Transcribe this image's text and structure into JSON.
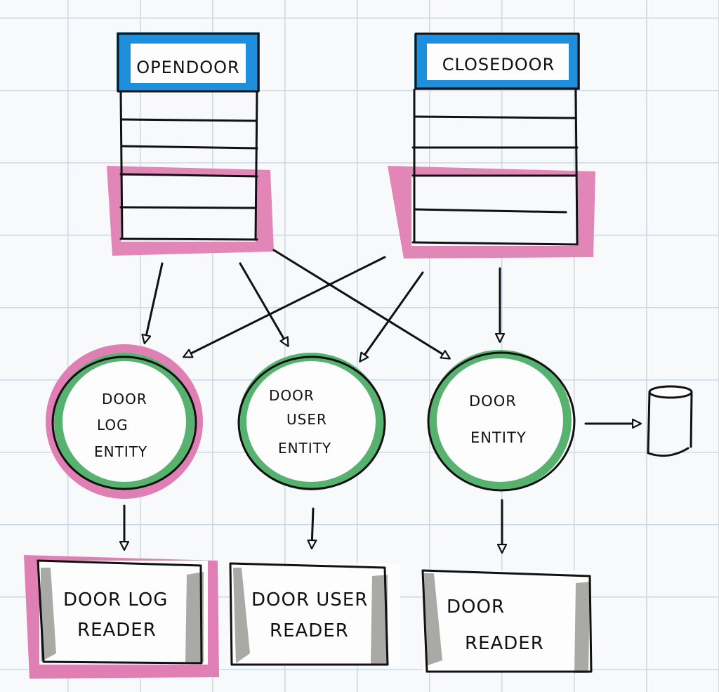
{
  "colors": {
    "blue_highlight": "#1e8fdc",
    "pink_highlight": "#e07fb4",
    "green_highlight": "#3aa356",
    "gray_shade": "#a9a9a5",
    "ink": "#111111",
    "grid": "#c9d9e8",
    "paper": "#f7f9fb"
  },
  "commands": [
    {
      "id": "open-door",
      "label": "OPENDOOR"
    },
    {
      "id": "close-door",
      "label": "CLOSEDOOR"
    }
  ],
  "entities": [
    {
      "id": "door-log-entity",
      "lines": [
        "DOOR",
        "LOG",
        "ENTITY"
      ],
      "highlighted": true
    },
    {
      "id": "door-user-entity",
      "lines": [
        "DOOR",
        "USER",
        "ENTITY"
      ],
      "highlighted": false
    },
    {
      "id": "door-entity",
      "lines": [
        "DOOR",
        "ENTITY"
      ],
      "highlighted": false
    }
  ],
  "readers": [
    {
      "id": "door-log-reader",
      "lines": [
        "DOOR LOG",
        "READER"
      ],
      "highlighted": true
    },
    {
      "id": "door-user-reader",
      "lines": [
        "DOOR USER",
        "READER"
      ],
      "highlighted": false
    },
    {
      "id": "door-reader",
      "lines": [
        "DOOR",
        "READER"
      ],
      "highlighted": false
    }
  ],
  "storage": {
    "id": "database",
    "icon": "database-cylinder-icon"
  },
  "edges": [
    {
      "from": "open-door",
      "to": "door-log-entity"
    },
    {
      "from": "open-door",
      "to": "door-user-entity"
    },
    {
      "from": "open-door",
      "to": "door-entity"
    },
    {
      "from": "close-door",
      "to": "door-log-entity"
    },
    {
      "from": "close-door",
      "to": "door-user-entity"
    },
    {
      "from": "close-door",
      "to": "door-entity"
    },
    {
      "from": "door-entity",
      "to": "database"
    },
    {
      "from": "door-log-entity",
      "to": "door-log-reader"
    },
    {
      "from": "door-user-entity",
      "to": "door-user-reader"
    },
    {
      "from": "door-entity",
      "to": "door-reader"
    }
  ]
}
